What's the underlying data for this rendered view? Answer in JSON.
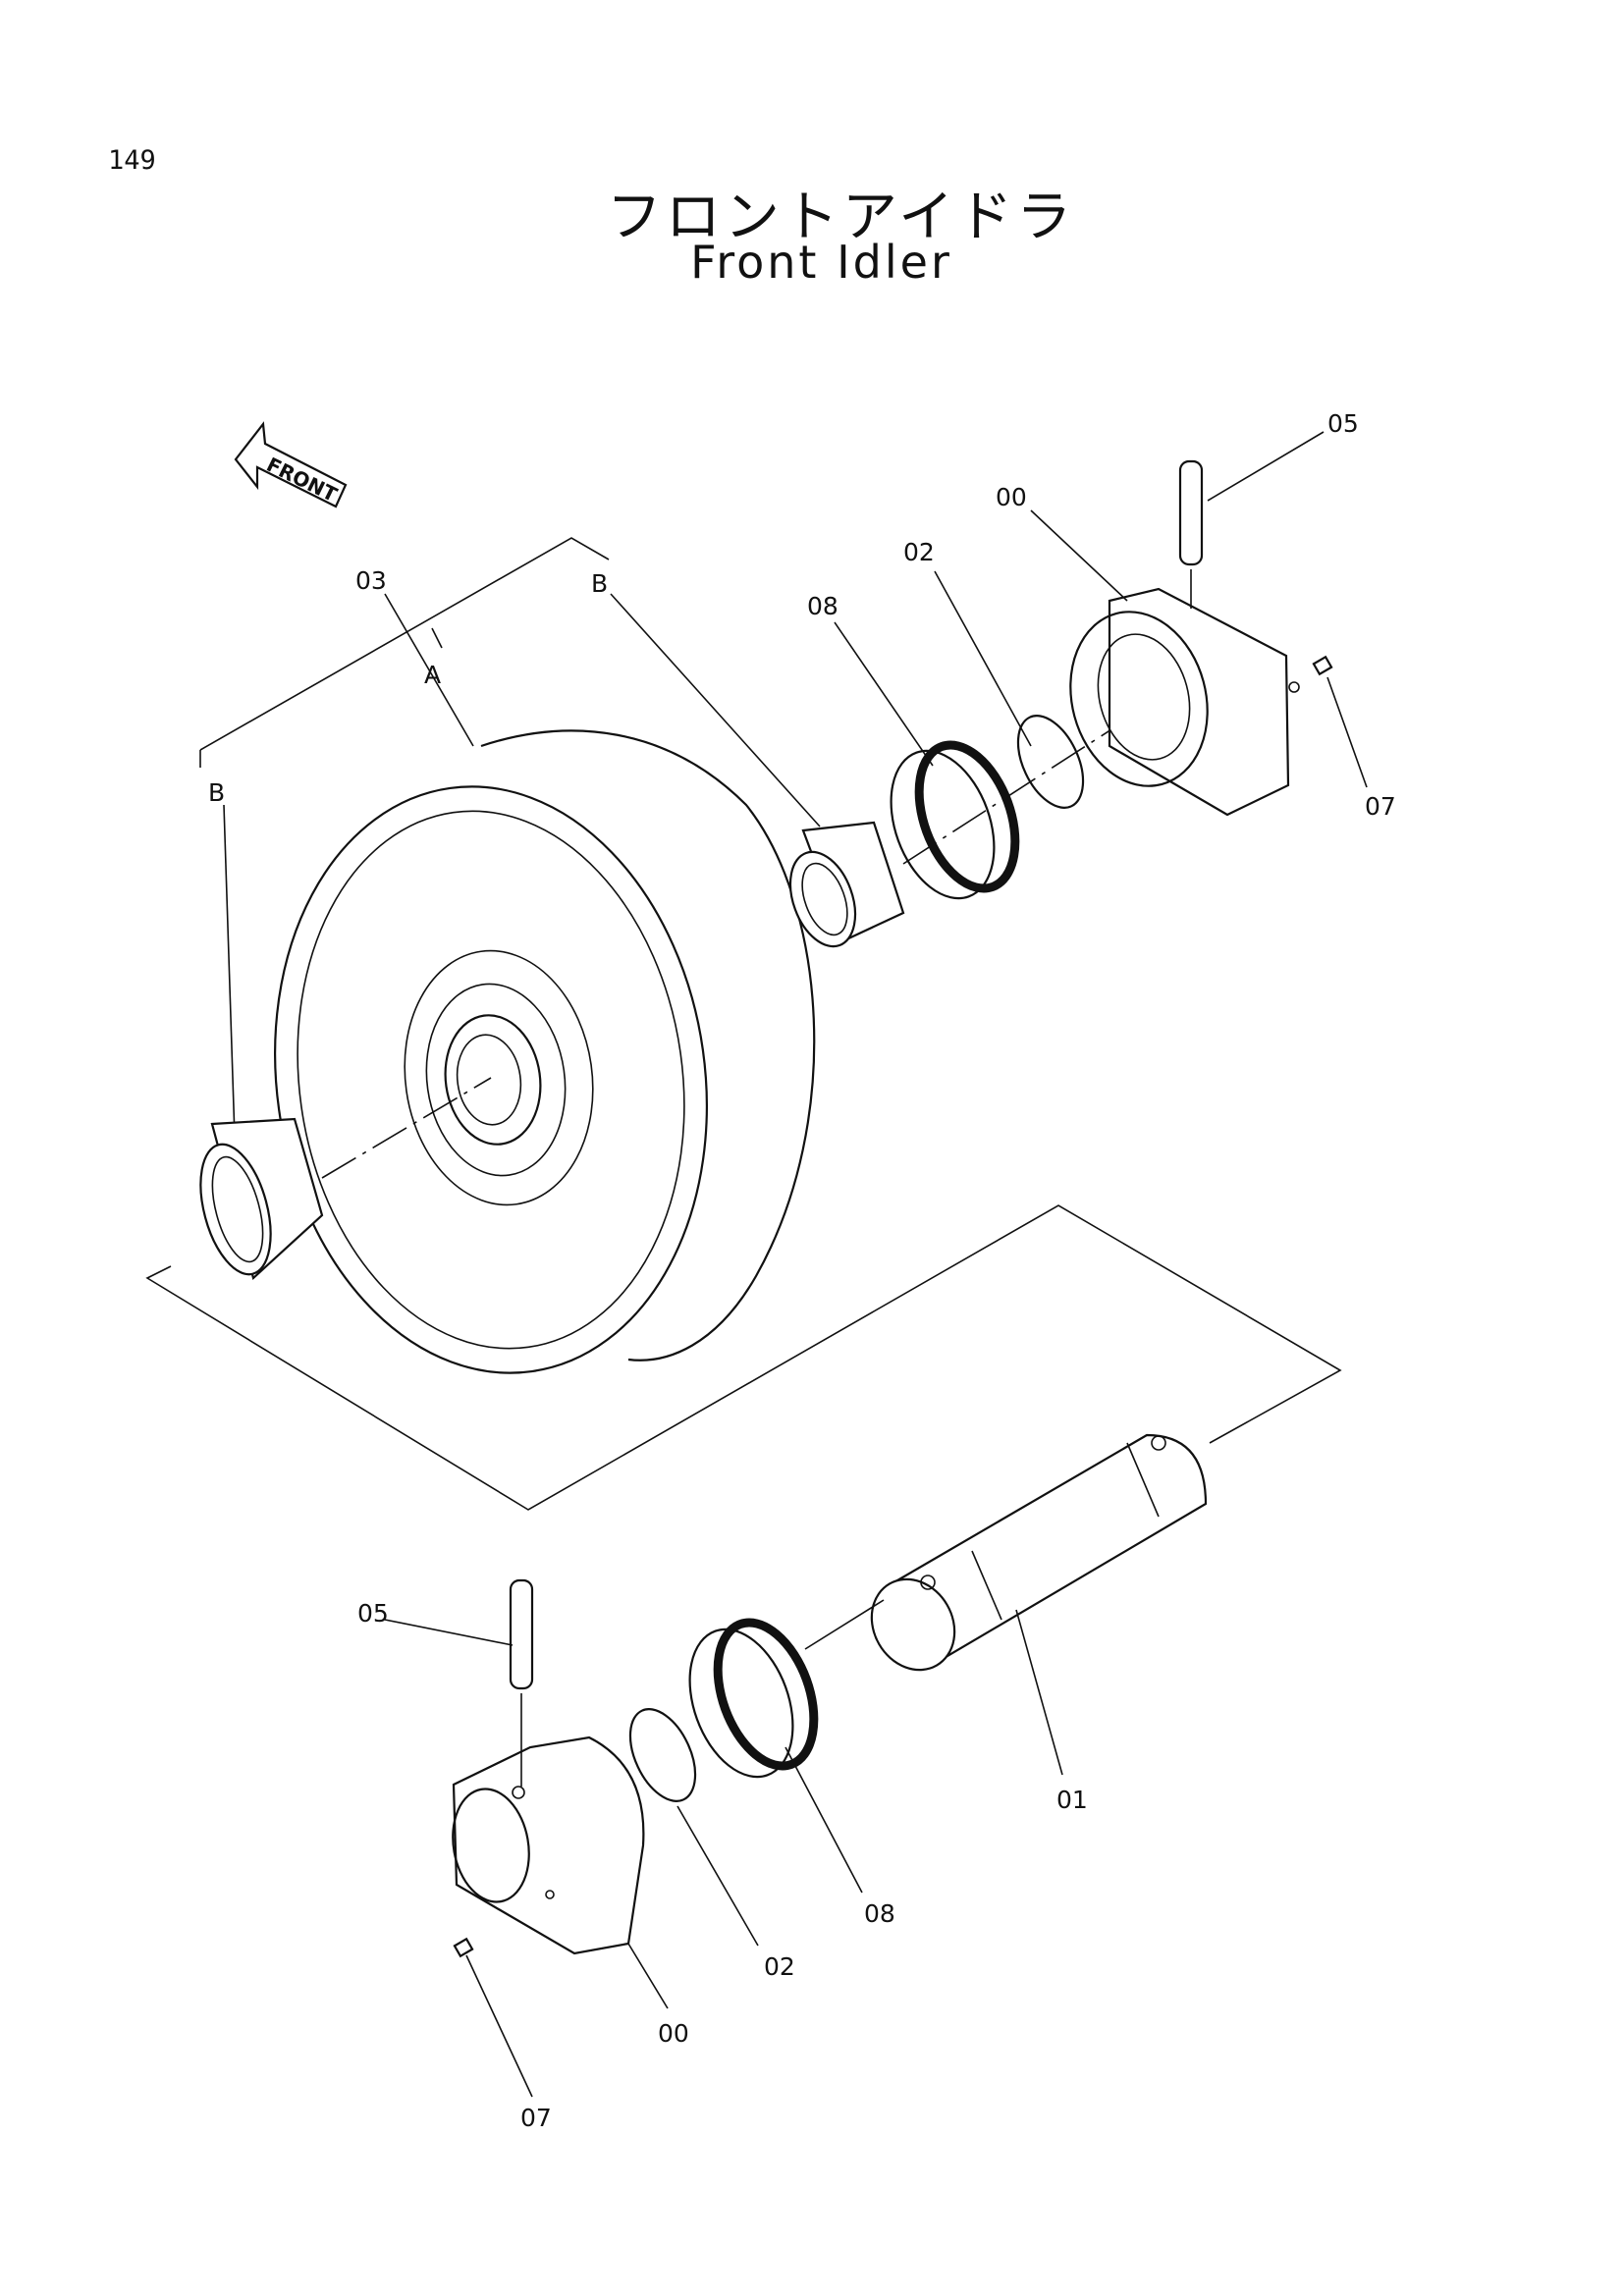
{
  "page_number": "149",
  "title_jp": "フロントアイドラ",
  "title_en": "Front Idler",
  "front_arrow": {
    "label": "FRONT",
    "icon": "front-arrow-icon"
  },
  "callouts": {
    "c05_top": "05",
    "c00_top": "00",
    "c02_top": "02",
    "c08_top": "08",
    "c07_top": "07",
    "c03": "03",
    "cA": "A",
    "cB_top": "B",
    "cB_left": "B",
    "c05_bottom": "05",
    "c01": "01",
    "c08_bottom": "08",
    "c02_bottom": "02",
    "c00_bottom": "00",
    "c07_bottom": "07"
  }
}
